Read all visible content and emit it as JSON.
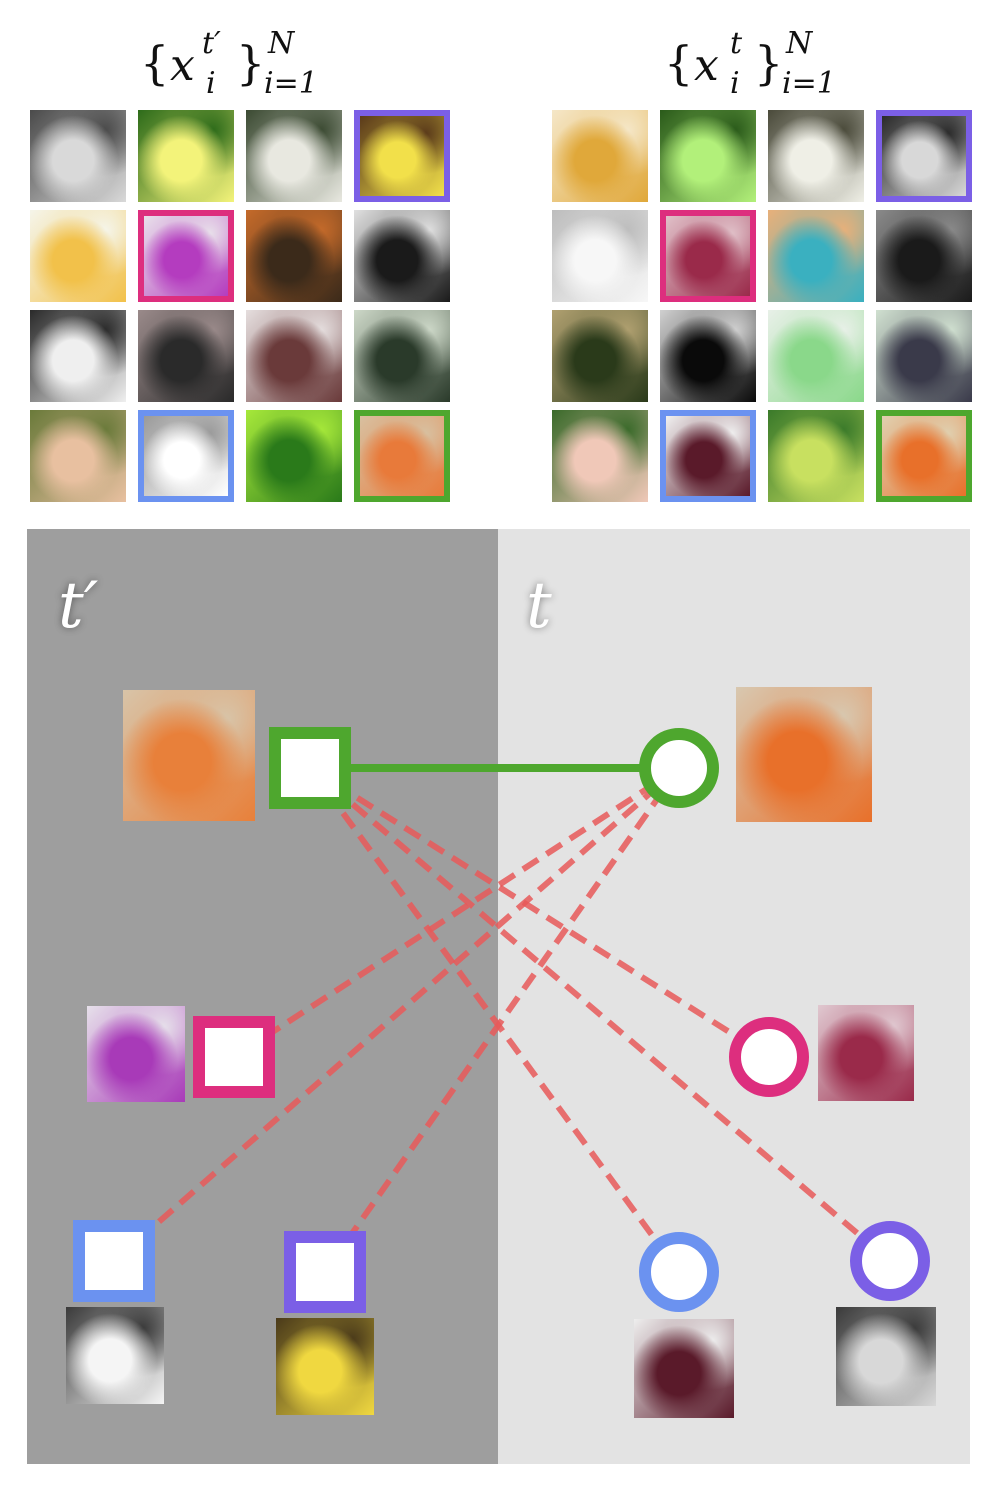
{
  "titles": {
    "left": {
      "base": "x",
      "sup": "t′",
      "sub": "i",
      "upper": "N",
      "lower": "i=1"
    },
    "right": {
      "base": "x",
      "sup": "t",
      "sub": "i",
      "upper": "N",
      "lower": "i=1"
    }
  },
  "domains": {
    "source": "t′",
    "target": "t"
  },
  "colors": {
    "green": "#4ea72e",
    "magenta": "#dd2e7e",
    "blue": "#6b92f0",
    "purple": "#7b5fe6",
    "negative_edge": "#e85a5a",
    "panel_left": "#9e9e9e",
    "panel_right": "#e3e3e3"
  },
  "grid_left": {
    "thumbs": [
      {
        "name": "thumb-grey-food",
        "c1": "#d9d9d9",
        "c2": "#4a4a4a"
      },
      {
        "name": "thumb-green-salad",
        "c1": "#f3f37a",
        "c2": "#2d6b1a"
      },
      {
        "name": "thumb-speckled-food",
        "c1": "#e8e8e0",
        "c2": "#3b4a32"
      },
      {
        "name": "thumb-yellow-soup",
        "c1": "#f2e04a",
        "c2": "#5a3a1a",
        "hl": "purple"
      },
      {
        "name": "thumb-fried-egg",
        "c1": "#f2c14a",
        "c2": "#f5f5ea"
      },
      {
        "name": "thumb-purple-food",
        "c1": "#b43cbf",
        "c2": "#e8e0ea",
        "hl": "magenta"
      },
      {
        "name": "thumb-drinks",
        "c1": "#3b2a1a",
        "c2": "#c46a2a"
      },
      {
        "name": "thumb-bw-dish",
        "c1": "#1a1a1a",
        "c2": "#e0e0e0"
      },
      {
        "name": "thumb-bw-blur",
        "c1": "#efefef",
        "c2": "#2a2a2a"
      },
      {
        "name": "thumb-spoon",
        "c1": "#2a2a2a",
        "c2": "#9a8a8a"
      },
      {
        "name": "thumb-dessert",
        "c1": "#6a3a3a",
        "c2": "#e5dede"
      },
      {
        "name": "thumb-green-dish",
        "c1": "#2a3a2a",
        "c2": "#cdd8c8"
      },
      {
        "name": "thumb-shrimp",
        "c1": "#e8c0a0",
        "c2": "#6a7a3a"
      },
      {
        "name": "thumb-white-cream",
        "c1": "#ffffff",
        "c2": "#9a9a9a",
        "hl": "blue"
      },
      {
        "name": "thumb-green-veg",
        "c1": "#2a7a1a",
        "c2": "#a6e83a"
      },
      {
        "name": "thumb-curry",
        "c1": "#e87a3a",
        "c2": "#d8c0a0",
        "hl": "green"
      }
    ]
  },
  "grid_right": {
    "thumbs": [
      {
        "name": "thumb-bread",
        "c1": "#e0a83a",
        "c2": "#f5e7c8"
      },
      {
        "name": "thumb-green-salad",
        "c1": "#b2f07a",
        "c2": "#2a5a1a"
      },
      {
        "name": "thumb-speckled-food",
        "c1": "#efefe6",
        "c2": "#4a4a3a"
      },
      {
        "name": "thumb-bw-soup",
        "c1": "#d8d8d8",
        "c2": "#2a2a2a",
        "hl": "purple"
      },
      {
        "name": "thumb-white-blur",
        "c1": "#f7f7f7",
        "c2": "#bdbdbd"
      },
      {
        "name": "thumb-meat",
        "c1": "#9a2a4a",
        "c2": "#e0c0c8",
        "hl": "magenta"
      },
      {
        "name": "thumb-chips",
        "c1": "#3ab0c0",
        "c2": "#e8b07a"
      },
      {
        "name": "thumb-bw-cup",
        "c1": "#1a1a1a",
        "c2": "#8a8a8a"
      },
      {
        "name": "thumb-greens",
        "c1": "#2a3a1a",
        "c2": "#b0a070"
      },
      {
        "name": "thumb-bw-edge",
        "c1": "#0a0a0a",
        "c2": "#d0d0d0"
      },
      {
        "name": "thumb-green-bowl",
        "c1": "#8ad88a",
        "c2": "#e8f0e8"
      },
      {
        "name": "thumb-dark-salad",
        "c1": "#3a3a4a",
        "c2": "#d0e0d0"
      },
      {
        "name": "thumb-shrimp",
        "c1": "#f0c8b8",
        "c2": "#3a6a2a"
      },
      {
        "name": "thumb-dark-cake",
        "c1": "#5a1a2a",
        "c2": "#f0f0f0",
        "hl": "blue"
      },
      {
        "name": "thumb-green-beans",
        "c1": "#c8e060",
        "c2": "#3a7a2a"
      },
      {
        "name": "thumb-curry",
        "c1": "#e8702a",
        "c2": "#e0d0b0",
        "hl": "green"
      }
    ]
  },
  "graph": {
    "source_nodes": [
      {
        "name": "source-node-green",
        "color": "green",
        "img": {
          "c1": "#e8803a",
          "c2": "#d8c4a8"
        }
      },
      {
        "name": "source-node-magenta",
        "color": "magenta",
        "img": {
          "c1": "#a83ab8",
          "c2": "#e6e0ea"
        }
      },
      {
        "name": "source-node-blue",
        "color": "blue",
        "img": {
          "c1": "#f5f5f5",
          "c2": "#3a3a3a"
        }
      },
      {
        "name": "source-node-purple",
        "color": "purple",
        "img": {
          "c1": "#f0d840",
          "c2": "#4a3a1a"
        }
      }
    ],
    "target_nodes": [
      {
        "name": "target-node-green",
        "color": "green",
        "img": {
          "c1": "#e8702a",
          "c2": "#d8c8b0"
        }
      },
      {
        "name": "target-node-magenta",
        "color": "magenta",
        "img": {
          "c1": "#9a2a4a",
          "c2": "#e0c8d0"
        }
      },
      {
        "name": "target-node-blue",
        "color": "blue",
        "img": {
          "c1": "#5a1a2a",
          "c2": "#eeeeee"
        }
      },
      {
        "name": "target-node-purple",
        "color": "purple",
        "img": {
          "c1": "#d8d8d8",
          "c2": "#3a3a3a"
        }
      }
    ],
    "positive_edges": [
      [
        "source-node-green",
        "target-node-green"
      ]
    ],
    "negative_edges": [
      [
        "source-node-green",
        "target-node-magenta"
      ],
      [
        "source-node-green",
        "target-node-blue"
      ],
      [
        "source-node-green",
        "target-node-purple"
      ],
      [
        "target-node-green",
        "source-node-magenta"
      ],
      [
        "target-node-green",
        "source-node-blue"
      ],
      [
        "target-node-green",
        "source-node-purple"
      ]
    ]
  }
}
